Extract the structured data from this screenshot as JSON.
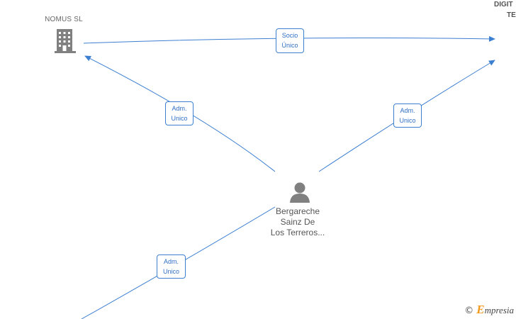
{
  "nodes": {
    "company_nomus": {
      "name": "NOMUS  SL"
    },
    "company_digit": {
      "name_line1": "DIGIT",
      "name_line2": "TE"
    },
    "person": {
      "name_line1": "Bergareche",
      "name_line2": "Sainz De",
      "name_line3": "Los Terreros..."
    }
  },
  "edges": [
    {
      "id": "socio-unico",
      "label_line1": "Socio",
      "label_line2": "Único"
    },
    {
      "id": "adm-unico-nomus",
      "label_line1": "Adm.",
      "label_line2": "Unico"
    },
    {
      "id": "adm-unico-digit",
      "label_line1": "Adm.",
      "label_line2": "Unico"
    },
    {
      "id": "adm-unico-bottom",
      "label_line1": "Adm.",
      "label_line2": "Unico"
    }
  ],
  "watermark": {
    "copyright_symbol": "©",
    "brand_first": "E",
    "brand_rest": "mpresia"
  },
  "colors": {
    "edge": "#3d7fd1",
    "badge_text": "#2f6fc4",
    "icon": "#808080",
    "brand_accent": "#f29a1f"
  }
}
